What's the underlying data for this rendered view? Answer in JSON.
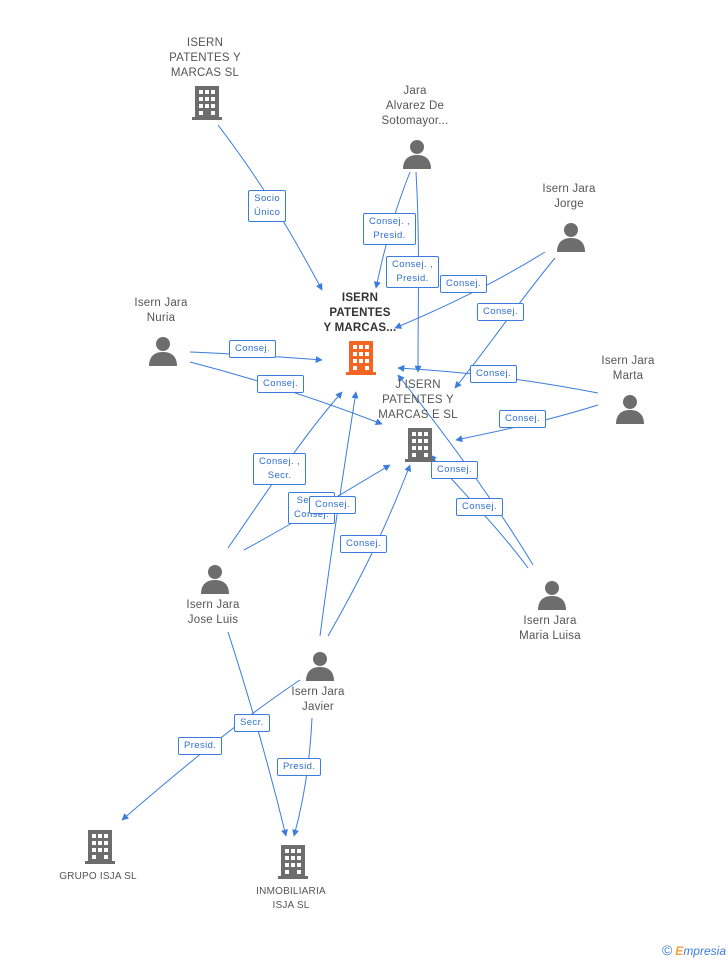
{
  "nodes": {
    "isern_patentes_y_marcas_sl": {
      "lines": [
        "ISERN",
        "PATENTES Y",
        "MARCAS  SL"
      ],
      "icon": "building-icon"
    },
    "jara_alvarez": {
      "lines": [
        "Jara",
        "Alvarez De",
        "Sotomayor..."
      ],
      "icon": "person-icon"
    },
    "isern_jara_jorge": {
      "lines": [
        "Isern Jara",
        "Jorge"
      ],
      "icon": "person-icon"
    },
    "isern_jara_nuria": {
      "lines": [
        "Isern Jara",
        "Nuria"
      ],
      "icon": "person-icon"
    },
    "center_company": {
      "lines": [
        "ISERN",
        "PATENTES",
        "Y MARCAS..."
      ],
      "icon": "building-icon",
      "color": "#f26522"
    },
    "isern_jara_marta": {
      "lines": [
        "Isern Jara",
        "Marta"
      ],
      "icon": "person-icon"
    },
    "j_isern_patentes": {
      "lines": [
        "J ISERN",
        "PATENTES Y",
        "MARCAS E SL"
      ],
      "icon": "building-icon"
    },
    "isern_jara_jose_luis": {
      "lines": [
        "Isern Jara",
        "Jose Luis"
      ],
      "icon": "person-icon"
    },
    "isern_jara_maria_luisa": {
      "lines": [
        "Isern Jara",
        "Maria Luisa"
      ],
      "icon": "person-icon"
    },
    "isern_jara_javier": {
      "lines": [
        "Isern Jara",
        "Javier"
      ],
      "icon": "person-icon"
    },
    "grupo_isja": {
      "lines": [
        "GRUPO ISJA SL"
      ],
      "icon": "building-icon"
    },
    "inmobiliaria_isja": {
      "lines": [
        "INMOBILIARIA",
        "ISJA SL"
      ],
      "icon": "building-icon"
    }
  },
  "edge_labels": {
    "socio_unico": [
      "Socio",
      "Único"
    ],
    "jara_consej_presid_1": [
      "Consej. ,",
      "Presid."
    ],
    "jara_consej_presid_2": [
      "Consej. ,",
      "Presid."
    ],
    "jorge_consej_1": [
      "Consej."
    ],
    "jorge_consej_2": [
      "Consej."
    ],
    "nuria_consej_1": [
      "Consej."
    ],
    "nuria_consej_2": [
      "Consej."
    ],
    "marta_consej_1": [
      "Consej."
    ],
    "marta_consej_2": [
      "Consej."
    ],
    "joseluis_consej_secr": [
      "Consej. ,",
      "Secr."
    ],
    "joseluis_secr_consej": [
      "Secr. ,",
      "Consej."
    ],
    "javier_consej_1": [
      "Consej."
    ],
    "javier_consej_2": [
      "Consej."
    ],
    "marialuisa_consej_1": [
      "Consej."
    ],
    "marialuisa_consej_2": [
      "Consej."
    ],
    "joseluis_secr": [
      "Secr."
    ],
    "joseluis_presid": [
      "Presid."
    ],
    "javier_presid": [
      "Presid."
    ]
  },
  "colors": {
    "edge": "#3b7ddd",
    "icon_gray": "#6d6d6d",
    "icon_center": "#f26522"
  },
  "brand": {
    "copyright": "©",
    "first": "E",
    "rest": "mpresia"
  }
}
